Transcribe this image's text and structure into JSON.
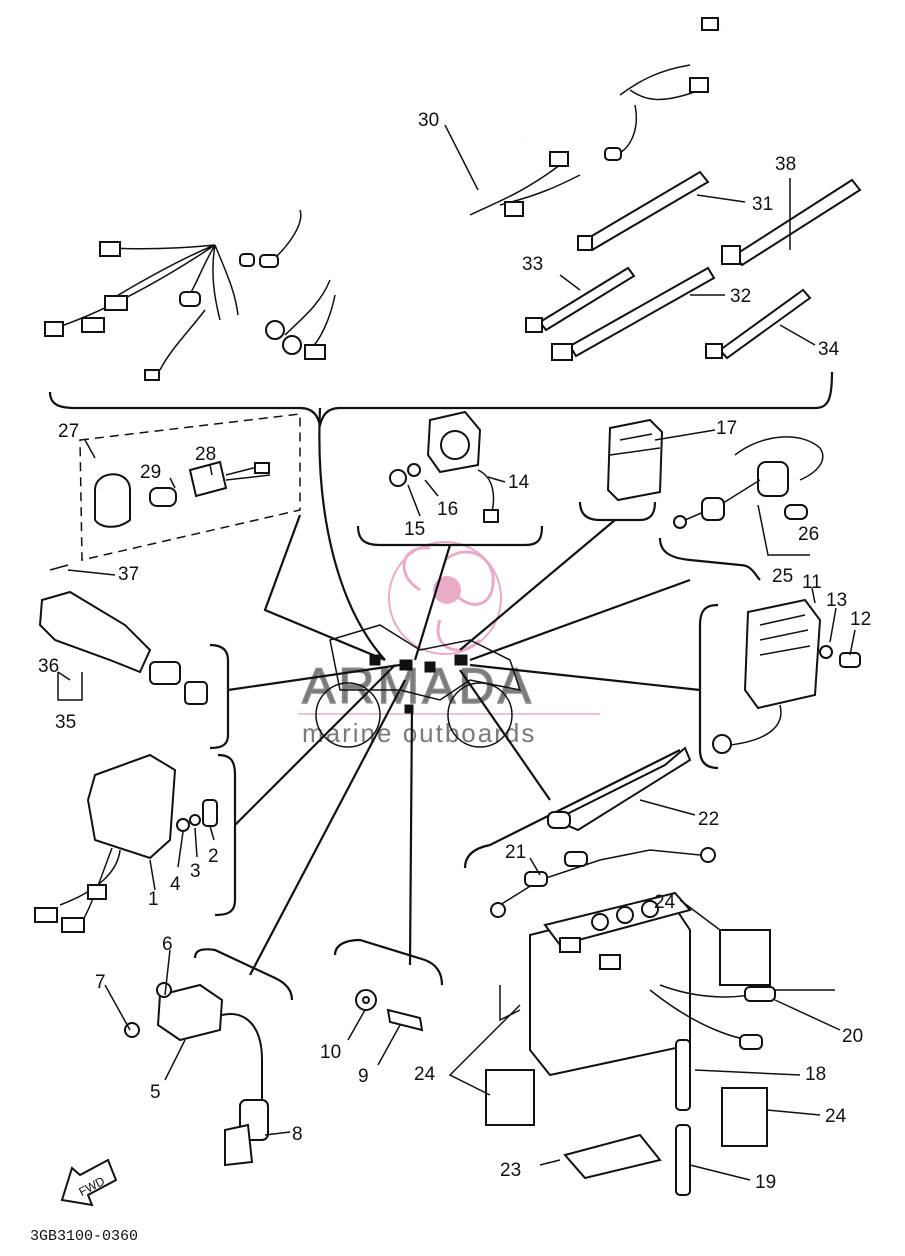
{
  "diagram_code": "3GB3100-0360",
  "fwd_label": "FWD",
  "watermark": {
    "brand": "ARMADA",
    "tagline": "marine outboards",
    "accent_color": "#e6a4c4",
    "text_color": "#7a7a7a"
  },
  "callouts": {
    "p1": "1",
    "p2": "2",
    "p3": "3",
    "p4": "4",
    "p5": "5",
    "p6": "6",
    "p7": "7",
    "p8": "8",
    "p9": "9",
    "p10": "10",
    "p11": "11",
    "p12": "12",
    "p13": "13",
    "p14": "14",
    "p15": "15",
    "p16": "16",
    "p17": "17",
    "p18": "18",
    "p19": "19",
    "p20": "20",
    "p21": "21",
    "p22": "22",
    "p23": "23",
    "p24a": "24",
    "p24b": "24",
    "p24c": "24",
    "p25": "25",
    "p26": "26",
    "p27": "27",
    "p28": "28",
    "p29": "29",
    "p30": "30",
    "p31": "31",
    "p32": "32",
    "p33": "33",
    "p34": "34",
    "p35": "35",
    "p36": "36",
    "p37": "37",
    "p38": "38"
  }
}
